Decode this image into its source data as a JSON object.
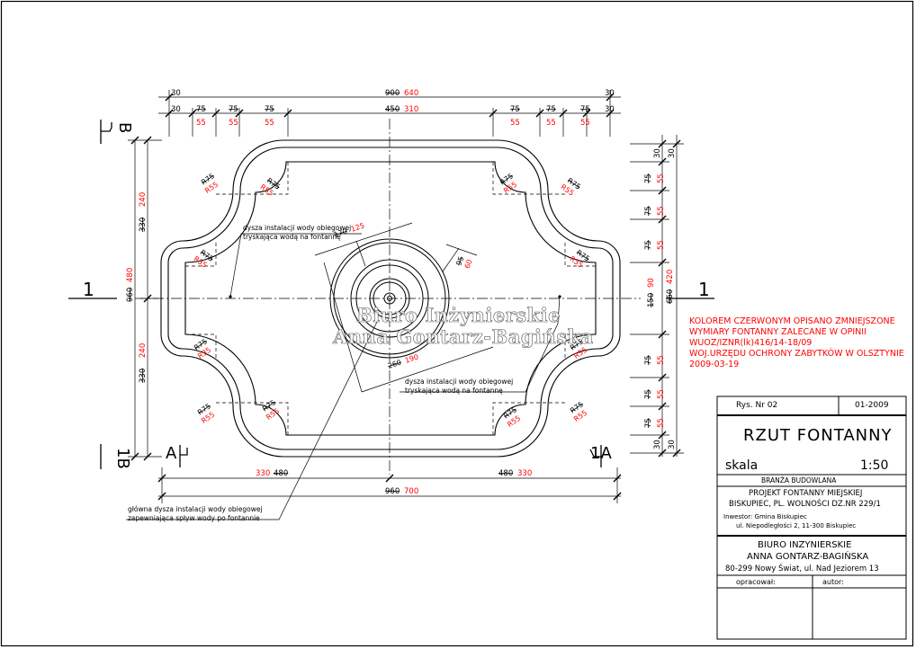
{
  "notes": {
    "red_note": [
      "KOLOREM CZERWONYM OPISANO ZMNIEJSZONE",
      "WYMIARY FONTANNY ZALECANE W OPINII",
      "WUOZ/IZNR(lk)416/14-18/09",
      "WOJ.URZĘDU OCHRONY ZABYTKÓW W OLSZTYNIE",
      "2009-03-19"
    ],
    "nozzle_top": [
      "dysza instalacji wody obiegowej",
      "tryskająca wodą na fontannę"
    ],
    "nozzle_bottom": [
      "dysza instalacji wody obiegowej",
      "tryskająca wodą na fontannę"
    ],
    "main_nozzle": [
      "główna dysza instalacji wody obiegowej",
      "zapewniająca spływ wody po fontannie"
    ]
  },
  "watermark": {
    "line1": "Biuro Inżynierskie",
    "line2": "Anna Gontarz-Bagińska"
  },
  "section_marks": {
    "left": "1",
    "right": "1",
    "top_b": "B",
    "bottom_b": "1B",
    "left_a": "A",
    "right_a": "1A"
  },
  "dims": {
    "top_overall_black": "900",
    "top_overall_red": "640",
    "top_end": "30",
    "top_seg_black": "75",
    "top_seg_red": "55",
    "top_mid_black": "450",
    "top_mid_red": "310",
    "left_overall_black": "960",
    "left_overall_red": "480",
    "left_half_black": "330",
    "left_half_red": "240",
    "right_overall_black": "660",
    "right_overall_red": "420",
    "right_end": "30",
    "right_seg_black": "75",
    "right_seg_red": "55",
    "right_mid_black": "150",
    "right_mid_red": "90",
    "bottom_overall_black": "960",
    "bottom_overall_red": "700",
    "bottom_left_red": "330",
    "bottom_left_black": "480",
    "bottom_right_black": "480",
    "bottom_right_red": "330",
    "radius_black": "R75",
    "radius_red": "R55",
    "radius_small_black": "R75",
    "radius_small_red": "R35",
    "circle_r1_black": "170",
    "circle_r1_red": "125",
    "circle_r2_black": "95",
    "circle_r2_red": "60",
    "circle_d_black": "260",
    "circle_d_red": "190"
  },
  "title_block": {
    "drawing_no": "Rys. Nr 02",
    "date": "01-2009",
    "title": "RZUT FONTANNY",
    "scale_label": "skala",
    "scale_value": "1:50",
    "branch": "BRANŻA BUDOWLANA",
    "project_line1": "PROJEKT FONTANNY MIEJSKIEJ",
    "project_line2": "BISKUPIEC, PL. WOLNOŚCI DZ.NR 229/1",
    "investor_line1": "Inwestor: Gmina Biskupiec",
    "investor_line2": "ul. Niepodległości 2, 11-300 Biskupiec",
    "office_line1": "BIURO INZYNIERSKIE",
    "office_line2": "ANNA GONTARZ-BAGIŃSKA",
    "office_line3": "80-299 Nowy Świat, ul. Nad Jeziorem 13",
    "prepared_label": "opracował:",
    "author_label": "autor:"
  }
}
